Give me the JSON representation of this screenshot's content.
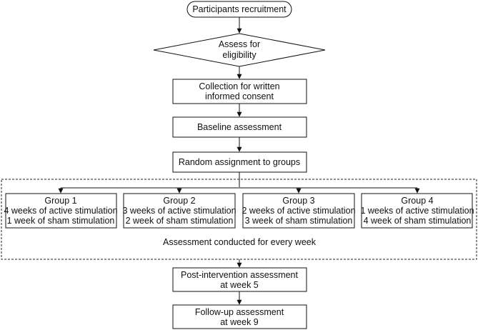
{
  "flowchart": {
    "start": "Participants recruitment",
    "eligibility": [
      "Assess for",
      "eligibility"
    ],
    "consent": [
      "Collection for written",
      "informed consent"
    ],
    "baseline": "Baseline assessment",
    "random": "Random assignment to groups",
    "groups": [
      {
        "title": "Group 1",
        "line1": "4 weeks of active stimulation",
        "line2": "1 week of sham stimulation"
      },
      {
        "title": "Group 2",
        "line1": "3 weeks of active stimulation",
        "line2": "2 week of sham stimulation"
      },
      {
        "title": "Group 3",
        "line1": "2 weeks of active stimulation",
        "line2": "3 week of sham stimulation"
      },
      {
        "title": "Group 4",
        "line1": "1 weeks of active stimulation",
        "line2": "4 week of sham stimulation"
      }
    ],
    "weekly_note": "Assessment conducted for every week",
    "post": [
      "Post-intervention assessment",
      "at week 5"
    ],
    "followup": [
      "Follow-up assessment",
      "at week 9"
    ]
  }
}
